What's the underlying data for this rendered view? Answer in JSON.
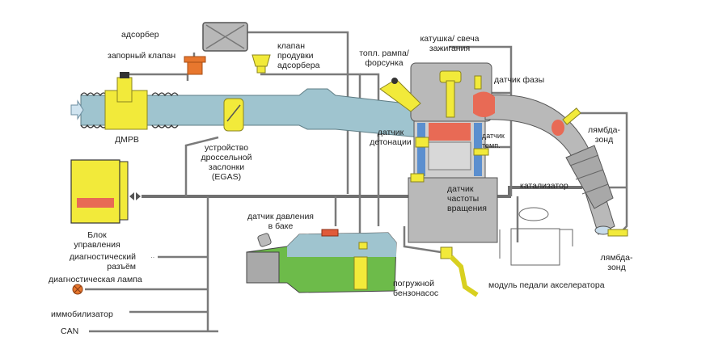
{
  "diagram": {
    "title": "Engine management system",
    "labels": {
      "adsorber": "адсорбер",
      "shutoff_valve": "запорный клапан",
      "purge_valve": [
        "клапан",
        "продувки",
        "адсорбера"
      ],
      "fuel_rail": [
        "топл. рампа/",
        "форсунка"
      ],
      "coil_plug": [
        "катушка/ свеча",
        "зажигания"
      ],
      "phase_sensor": "датчик фазы",
      "lambda_upper": [
        "лямбда-",
        "зонд"
      ],
      "maf": "ДМРВ",
      "throttle": [
        "устройство",
        "дроссельной",
        "заслонки",
        "(EGAS)"
      ],
      "knock_sensor": [
        "датчик",
        "детонации"
      ],
      "temp_sensor": [
        "датчик",
        "темп."
      ],
      "rpm_sensor": [
        "датчик",
        "частоты",
        "вращения"
      ],
      "catalyst": "катализатор",
      "ecu": [
        "Блок",
        "управления"
      ],
      "tank_pressure": [
        "датчик давления",
        "в баке"
      ],
      "fuel_pump": [
        "погружной",
        "бензонасос"
      ],
      "lambda_lower": [
        "лямбда-",
        "зонд"
      ],
      "pedal_module": "модуль педали акселератора",
      "diag_connector": [
        "диагностический",
        "разъём"
      ],
      "diag_lamp": "диагностическая лампа",
      "immobilizer": "иммобилизатор",
      "can": "CAN"
    },
    "colors": {
      "intake": "#9fc4cf",
      "component_yellow": "#f2ea3a",
      "valve_orange": "#e8772e",
      "hot_red": "#e86a55",
      "engine_gray": "#b9b9b9",
      "fuel_green": "#6dbb4a",
      "coolant_blue": "#5b8fcf",
      "wire": "#777777"
    }
  }
}
